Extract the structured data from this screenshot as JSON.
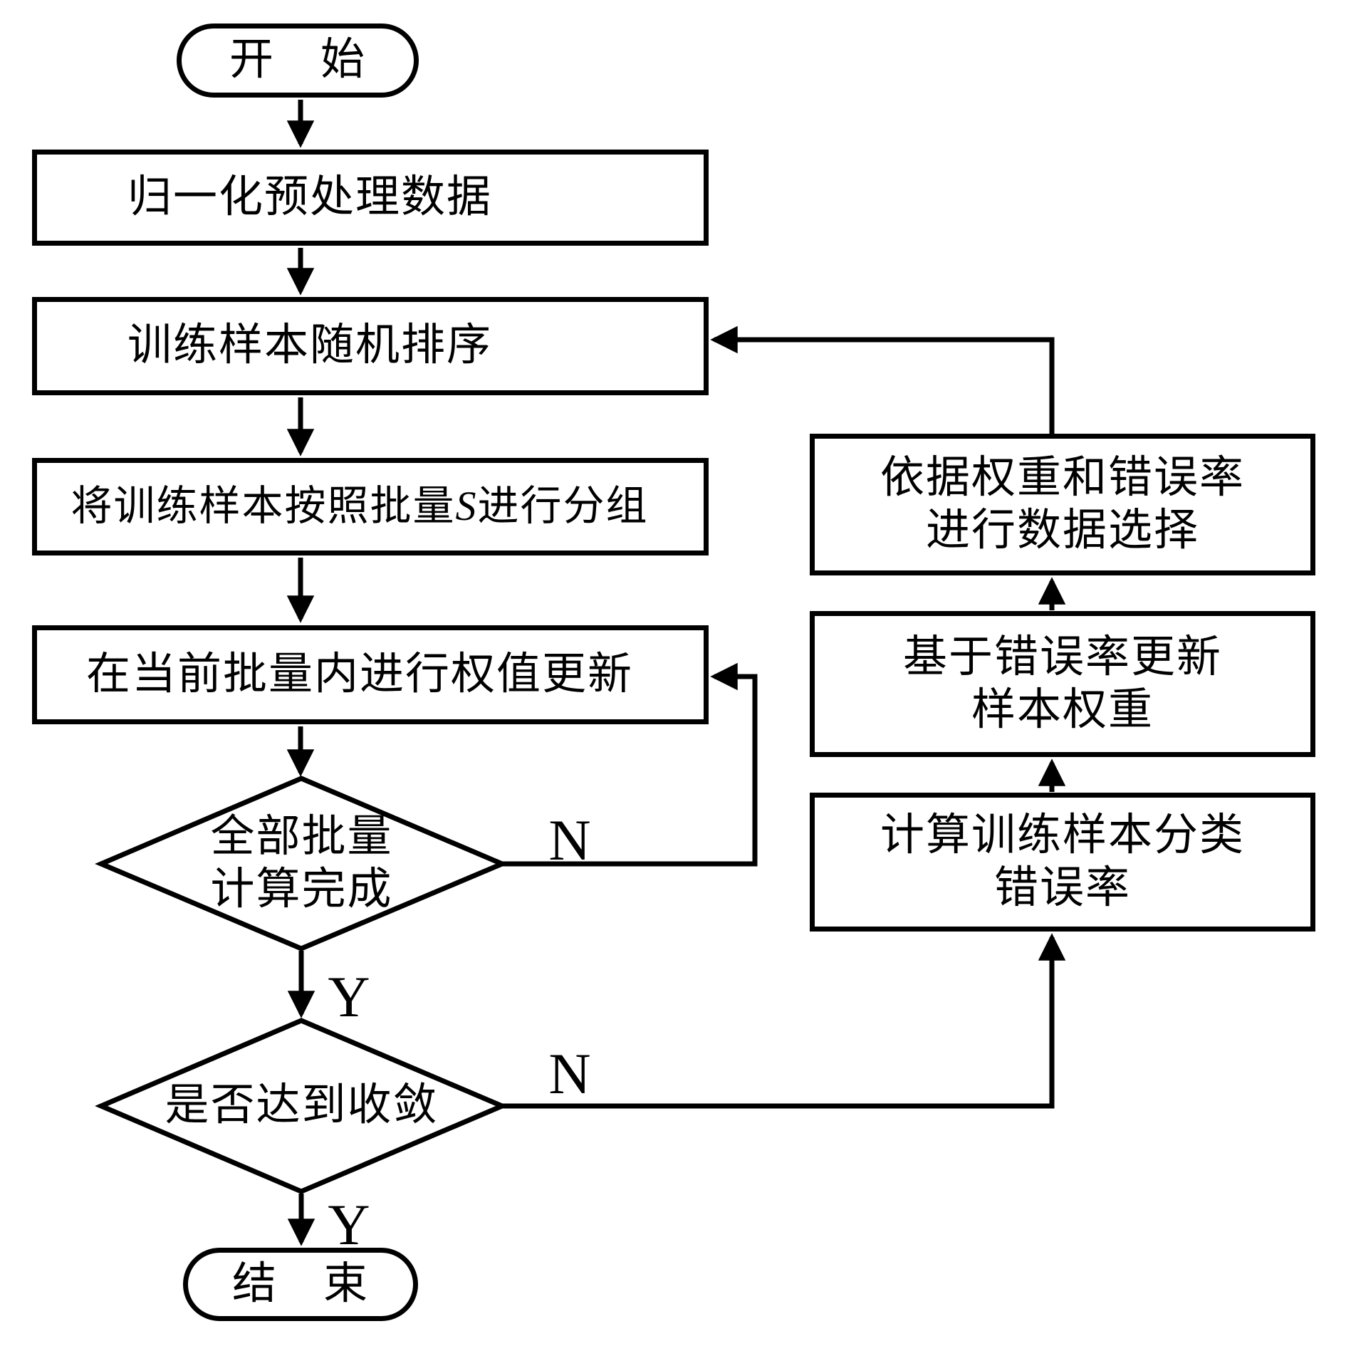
{
  "colors": {
    "line": "#000000",
    "background": "#ffffff",
    "text": "#000000"
  },
  "nodes": {
    "start": {
      "type": "terminator",
      "label": "开　始"
    },
    "normalize": {
      "type": "process",
      "label": "归一化预处理数据"
    },
    "shuffle": {
      "type": "process",
      "label": "训练样本随机排序"
    },
    "batch_group": {
      "type": "process",
      "label_prefix": "将训练样本按照批量",
      "label_var": "S",
      "label_suffix": "进行分组"
    },
    "weight_update": {
      "type": "process",
      "label": "在当前批量内进行权值更新"
    },
    "all_batches_done": {
      "type": "decision",
      "label": "全部批量\n计算完成"
    },
    "converged": {
      "type": "decision",
      "label": "是否达到收敛"
    },
    "end": {
      "type": "terminator",
      "label": "结　束"
    },
    "data_select": {
      "type": "process",
      "label": "依据权重和错误率\n进行数据选择"
    },
    "update_sample_weights": {
      "type": "process",
      "label": "基于错误率更新\n样本权重"
    },
    "compute_error_rate": {
      "type": "process",
      "label": "计算训练样本分类\n错误率"
    }
  },
  "edge_labels": {
    "all_batches_done_no": "N",
    "all_batches_done_yes": "Y",
    "converged_no": "N",
    "converged_yes": "Y"
  }
}
